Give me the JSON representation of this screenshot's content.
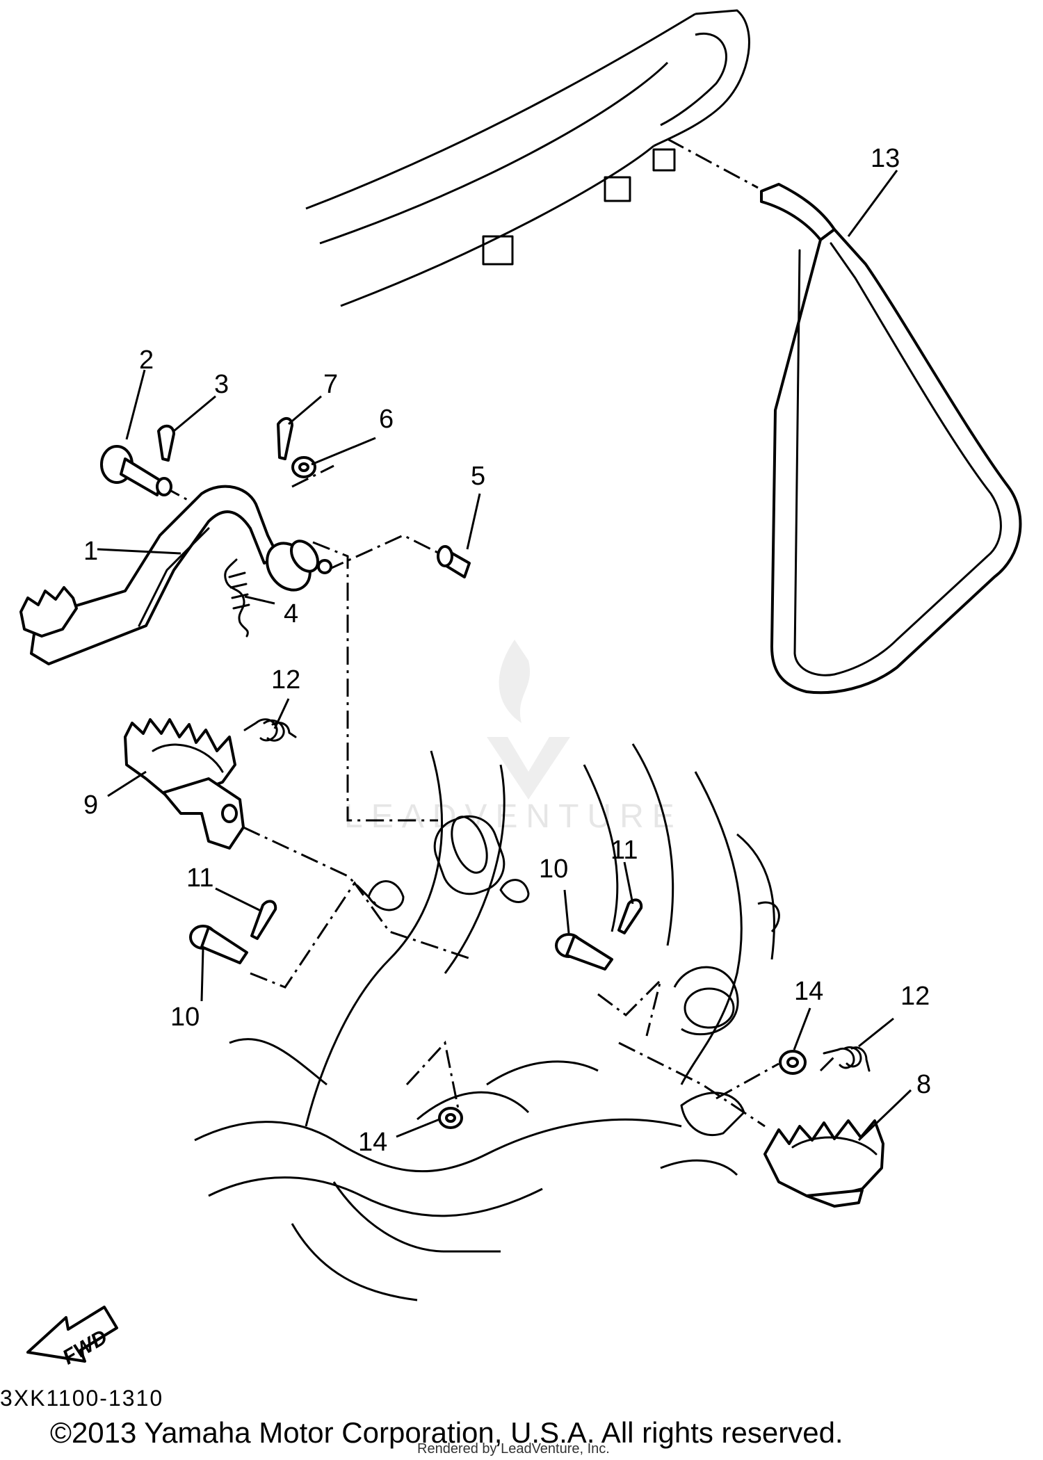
{
  "callouts": [
    "1",
    "2",
    "3",
    "4",
    "5",
    "6",
    "7",
    "8",
    "9",
    "10",
    "10",
    "11",
    "11",
    "12",
    "12",
    "13",
    "14",
    "14"
  ],
  "fwd_label": "FWD",
  "diagram_code": "3XK1100-1310",
  "copyright": "©2013 Yamaha Motor Corporation, U.S.A. All rights reserved.",
  "rendered_by": "Rendered by LeadVenture, Inc.",
  "watermark": "LEADVENTURE"
}
